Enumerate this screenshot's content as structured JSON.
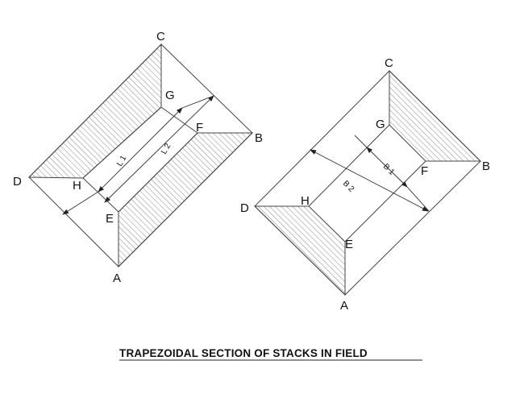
{
  "caption": "TRAPEZOIDAL SECTION OF STACKS IN FIELD",
  "left_figure": {
    "points": {
      "A": "A",
      "B": "B",
      "C": "C",
      "D": "D",
      "E": "E",
      "F": "F",
      "G": "G",
      "H": "H"
    },
    "dimensions": {
      "inner": "L 1",
      "outer": "L 2"
    }
  },
  "right_figure": {
    "points": {
      "A": "A",
      "B": "B",
      "C": "C",
      "D": "D",
      "E": "E",
      "F": "F",
      "G": "G",
      "H": "H"
    },
    "dimensions": {
      "inner": "B 1",
      "outer": "B 2"
    }
  }
}
